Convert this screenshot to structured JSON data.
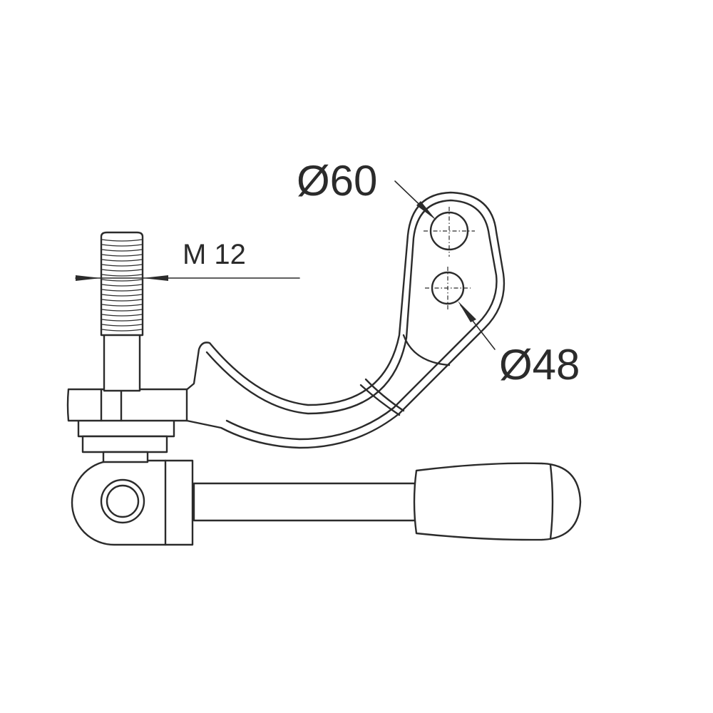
{
  "labels": {
    "thread": "M 12",
    "diameter_large": "Ø60",
    "diameter_small": "Ø48"
  },
  "colors": {
    "line": "#2b2b2b",
    "background": "#ffffff"
  }
}
